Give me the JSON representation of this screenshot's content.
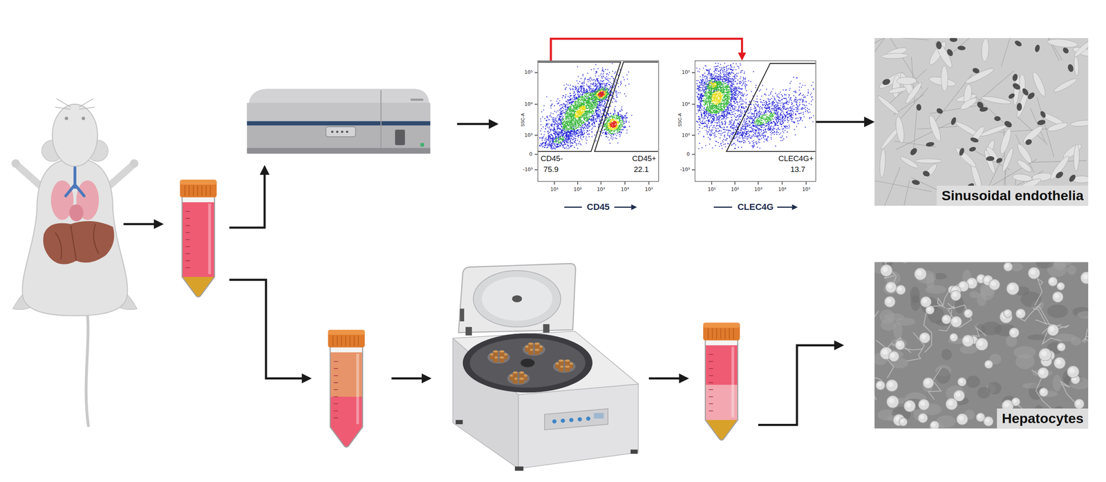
{
  "diagram": {
    "nodes": [
      {
        "text": [
          "CD45-",
          "75.9",
          "CD45+",
          "22.1"
        ]
      },
      {
        "text": [
          "CLEC4G+",
          "13.7"
        ]
      },
      {
        "text": [
          "Sinusoidal endothelia"
        ]
      },
      {
        "text": [
          "Hepatocytes"
        ]
      }
    ],
    "edges": [
      {
        "from": 0,
        "to": 1,
        "arrow": "to"
      },
      {
        "from": 1,
        "to": 2,
        "arrow": "to"
      }
    ],
    "labels": [
      "SSC-A",
      "10⁵",
      "10⁴",
      "10³",
      "0",
      "-10³",
      "10¹",
      "10²",
      "10³",
      "10⁴",
      "10⁵",
      "CD45",
      "SSC-A",
      "10⁵",
      "10⁴",
      "10³",
      "0",
      "-10³",
      "10¹",
      "10²",
      "10³",
      "10⁴",
      "10⁵",
      "CLEC4G"
    ]
  }
}
